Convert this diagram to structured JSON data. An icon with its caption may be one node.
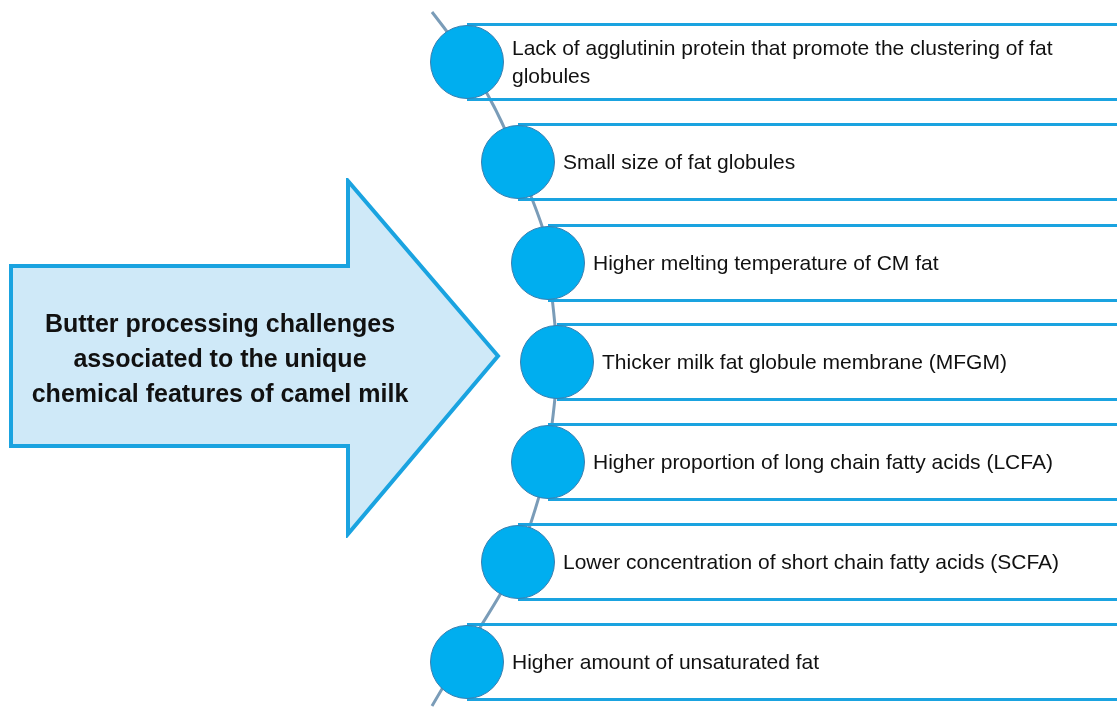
{
  "diagram": {
    "nodes": [
      {
        "text": [
          "Butter processing challenges associated to the unique chemical features of camel milk"
        ]
      },
      {
        "text": [],
        "shape": "circle"
      },
      {
        "text": [
          "Lack of agglutinin protein that promote the clustering of fat globules"
        ]
      },
      {
        "text": [],
        "shape": "circle"
      },
      {
        "text": [
          "Small size of fat globules"
        ]
      },
      {
        "text": [],
        "shape": "circle"
      },
      {
        "text": [
          "Higher melting temperature of CM fat"
        ]
      },
      {
        "text": [],
        "shape": "circle"
      },
      {
        "text": [
          "Thicker milk fat globule membrane (MFGM)"
        ]
      },
      {
        "text": [],
        "shape": "circle"
      },
      {
        "text": [
          "Higher proportion of long chain fatty acids (LCFA)"
        ]
      },
      {
        "text": [],
        "shape": "circle"
      },
      {
        "text": [
          "Lower concentration of short chain fatty acids (SCFA)"
        ]
      },
      {
        "text": [],
        "shape": "circle"
      },
      {
        "text": [
          "Higher amount of unsaturated fat"
        ]
      }
    ]
  }
}
